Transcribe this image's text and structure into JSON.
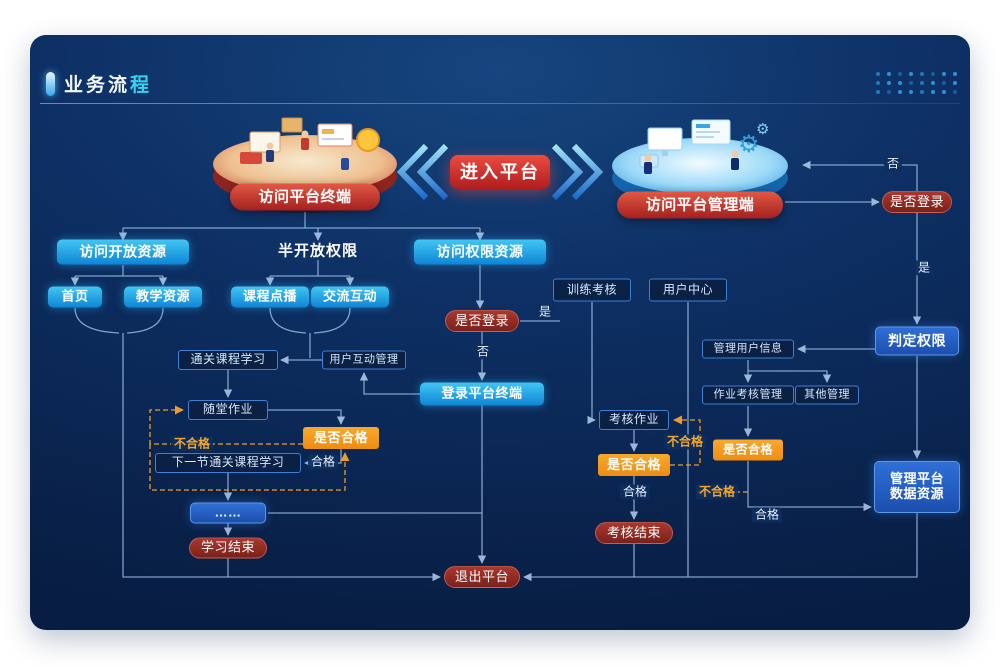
{
  "header": {
    "title_main": "业务流",
    "title_accent": "程"
  },
  "icons": {
    "gear_large": "⚙",
    "gear_small": "⚙"
  },
  "colors": {
    "card_bg": "#0d2f63",
    "accent_cyan": "#35d3f2",
    "button_cyan": "#1a9be0",
    "button_red_dark": "#8e2c24",
    "button_red_bright": "#d4352f",
    "button_orange": "#f39a1e",
    "button_blue": "#2458bd",
    "line": "#9cbce4"
  },
  "nodes": {
    "terminal_platform": {
      "label": "访问平台终端"
    },
    "admin_platform": {
      "label": "访问平台管理端"
    },
    "enter_platform": {
      "label": "进入平台"
    },
    "open_resources": {
      "label": "访问开放资源"
    },
    "semi_open": {
      "label": "半开放权限"
    },
    "perm_resources": {
      "label": "访问权限资源"
    },
    "home": {
      "label": "首页"
    },
    "teaching_resources": {
      "label": "教学资源"
    },
    "course_ondemand": {
      "label": "课程点播"
    },
    "communication": {
      "label": "交流互动"
    },
    "login_check_terminal": {
      "label": "是否登录"
    },
    "login_terminal": {
      "label": "登录平台终端"
    },
    "user_interaction_mgmt": {
      "label": "用户互动管理"
    },
    "pass_course": {
      "label": "通关课程学习"
    },
    "class_homework": {
      "label": "随堂作业"
    },
    "qualified_left": {
      "label": "是否合格"
    },
    "next_pass_course": {
      "label": "下一节通关课程学习"
    },
    "ellipsis": {
      "label": "……"
    },
    "study_end": {
      "label": "学习结束"
    },
    "exit_platform": {
      "label": "退出平台"
    },
    "training_assessment": {
      "label": "训练考核"
    },
    "user_center": {
      "label": "用户中心"
    },
    "assessment_homework": {
      "label": "考核作业"
    },
    "qualified_mid": {
      "label": "是否合格"
    },
    "assessment_end": {
      "label": "考核结束"
    },
    "manage_user_info": {
      "label": "管理用户信息"
    },
    "homework_assess_mgmt": {
      "label": "作业考核管理"
    },
    "other_mgmt": {
      "label": "其他管理"
    },
    "qualified_right": {
      "label": "是否合格"
    },
    "login_check_admin": {
      "label": "是否登录"
    },
    "judge_permission": {
      "label": "判定权限"
    },
    "manage_platform_data": {
      "label": "管理平台数据资源"
    }
  },
  "edge_labels": {
    "yes_left": "是",
    "no_left": "否",
    "pass_left": "合格",
    "fail_left": "不合格",
    "fail_mid": "不合格",
    "pass_mid": "合格",
    "fail_right": "不合格",
    "pass_right": "合格",
    "no_admin": "否",
    "yes_admin": "是"
  }
}
